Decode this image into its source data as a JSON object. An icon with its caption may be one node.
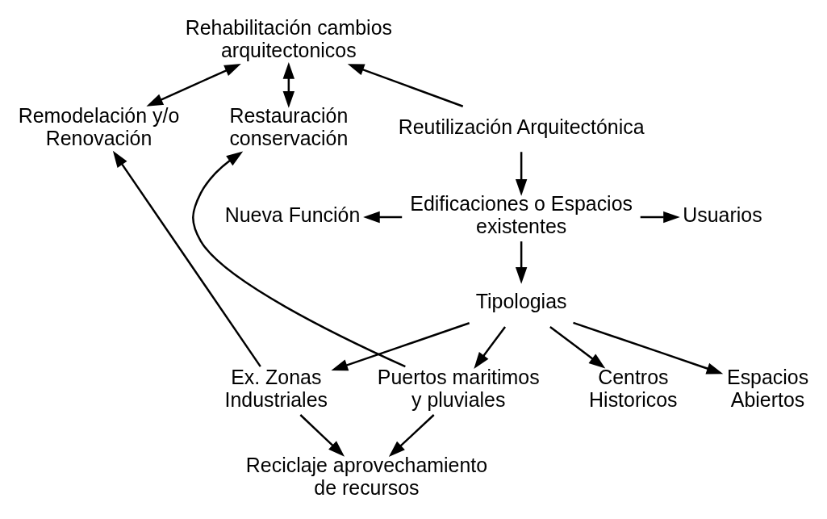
{
  "diagram": {
    "nodes": [
      {
        "text": [
          "Rehabilitación cambios arquitectonicos"
        ]
      },
      {
        "text": [
          "Remodelación y/o Renovación"
        ]
      },
      {
        "text": [
          "Restauración conservación"
        ]
      },
      {
        "text": [
          "Reutilización Arquitectónica"
        ]
      },
      {
        "text": [
          "Edificaciones o Espacios existentes"
        ]
      },
      {
        "text": [
          "Nueva Función"
        ]
      },
      {
        "text": [
          "Usuarios"
        ]
      },
      {
        "text": [
          "Tipologias"
        ]
      },
      {
        "text": [
          "Ex. Zonas Industriales"
        ]
      },
      {
        "text": [
          "Centros Historicos"
        ]
      },
      {
        "text": [
          "Espacios Abiertos"
        ]
      },
      {
        "text": [
          "Puertos maritimos y pluviales"
        ]
      },
      {
        "text": [
          "Reciclaje aprovechamiento de recursos"
        ]
      }
    ],
    "edges": [
      {
        "from": 3,
        "to": 0,
        "arrow": "to"
      },
      {
        "from": 3,
        "to": 4,
        "arrow": "to"
      },
      {
        "from": 4,
        "to": 5,
        "arrow": "to"
      },
      {
        "from": 4,
        "to": 6,
        "arrow": "to"
      },
      {
        "from": 4,
        "to": 7,
        "arrow": "to"
      },
      {
        "from": 7,
        "to": 8,
        "arrow": "to"
      },
      {
        "from": 7,
        "to": 9,
        "arrow": "to"
      },
      {
        "from": 7,
        "to": 10,
        "arrow": "to"
      },
      {
        "from": 7,
        "to": 11,
        "arrow": "to"
      },
      {
        "from": 0,
        "to": 1,
        "arrow": "both"
      },
      {
        "from": 0,
        "to": 2,
        "arrow": "both"
      },
      {
        "from": 8,
        "to": 1,
        "arrow": "to"
      },
      {
        "from": 11,
        "to": 2,
        "arrow": "to"
      },
      {
        "from": 8,
        "to": 12,
        "arrow": "to"
      },
      {
        "from": 11,
        "to": 12,
        "arrow": "to"
      }
    ]
  }
}
